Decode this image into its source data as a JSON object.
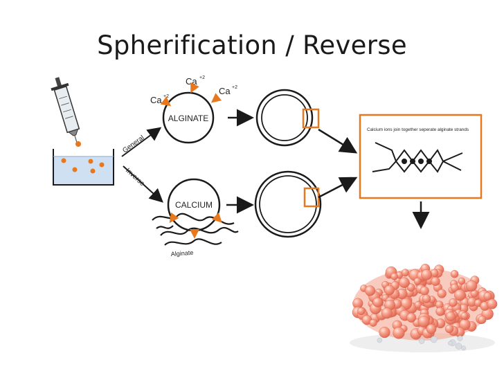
{
  "slide": {
    "title": "Spherification / Reverse"
  },
  "diagram": {
    "ion_label": "Ca",
    "ion_charge": "+2",
    "general_label": "General",
    "inverse_label": "Inverse",
    "alginate_circle_label": "ALGINATE",
    "calcium_circle_label": "CALCIUM",
    "alginate_strand_label": "Alginate",
    "detail_caption": "Calcium ions join together seperate alginate strands"
  },
  "colors": {
    "accent_orange": "#e8781e",
    "bath_blue": "#cfe0f3",
    "ink": "#1a1a1a",
    "caviar": "#f59a84"
  }
}
